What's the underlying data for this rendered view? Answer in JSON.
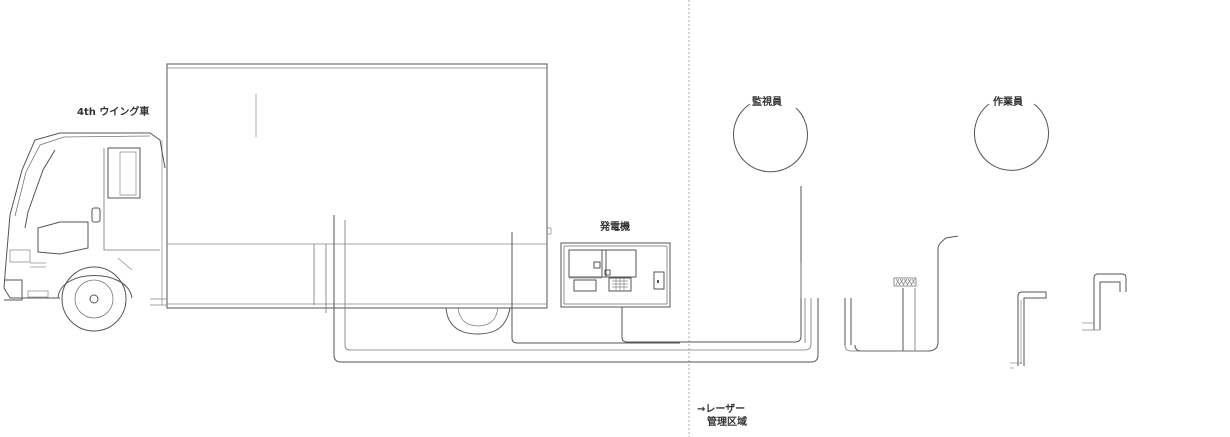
{
  "labels": {
    "truck": "4th ウイング車",
    "generator": "発電機",
    "monitor": "監視員",
    "worker": "作業員",
    "laser_line1": "→レーザー",
    "laser_line2": "管理区域"
  },
  "colors": {
    "line": "#555555",
    "text": "#333333",
    "divider": "#999999"
  }
}
